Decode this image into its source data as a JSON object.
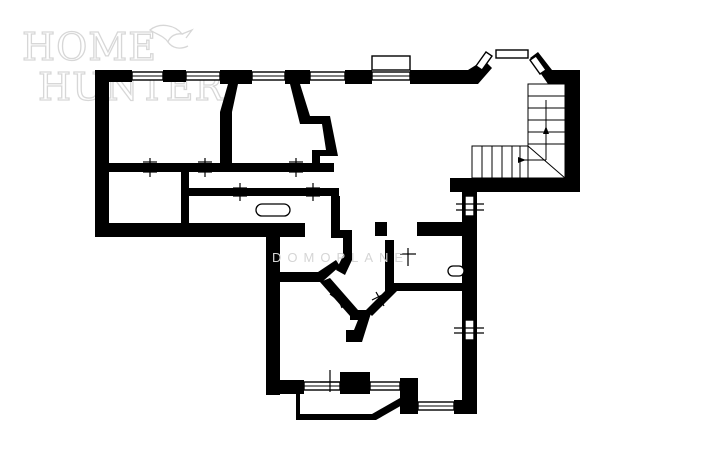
{
  "logo": {
    "line1": "HOME",
    "line2": "HUNTER",
    "icon": "bird-icon"
  },
  "watermark": {
    "text": "DOMOPLANE"
  },
  "colors": {
    "wall": "#000000",
    "background": "#ffffff",
    "logo": "#d7d7d7"
  }
}
